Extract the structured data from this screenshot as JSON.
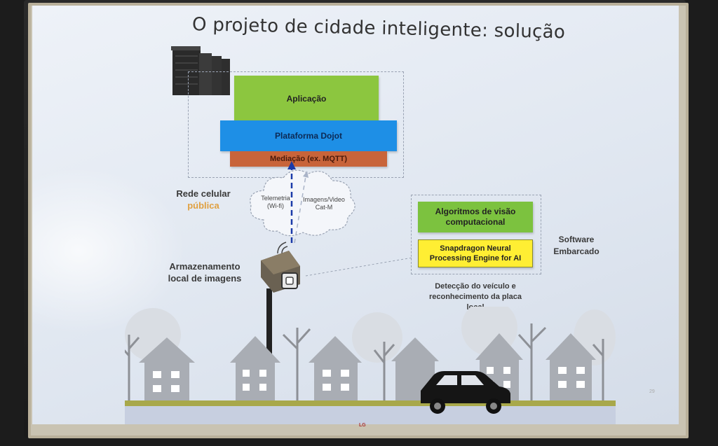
{
  "slide": {
    "title": "O projeto de cidade inteligente: solução",
    "page_number": "29"
  },
  "stack": {
    "application": "Aplicação",
    "platform": "Plataforma Dojot",
    "mediation": "Mediação (ex. MQTT)"
  },
  "network": {
    "label_line1": "Rede celular",
    "label_line2": "pública",
    "cloud_left_line1": "Telemetria",
    "cloud_left_line2": "(Wi-fi)",
    "cloud_right_line1": "Imagens/Video",
    "cloud_right_line2": "Cat-M"
  },
  "storage": {
    "line1": "Armazenamento",
    "line2": "local de imagens"
  },
  "embedded": {
    "vision": "Algoritmos de visão computacional",
    "snapdragon": "Snapdragon Neural Processing Engine for AI",
    "software_line1": "Software",
    "software_line2": "Embarcado",
    "detection_line1": "Detecção do veículo e",
    "detection_line2": "reconhecimento  da placa",
    "detection_line3": "local"
  },
  "tv": {
    "brand": "LG"
  },
  "colors": {
    "application": "#8cc63f",
    "platform": "#1e8fe6",
    "mediation": "#c8643a",
    "vision": "#7cc23f",
    "snapdragon": "#ffee33",
    "label_orange": "#e0a040"
  }
}
